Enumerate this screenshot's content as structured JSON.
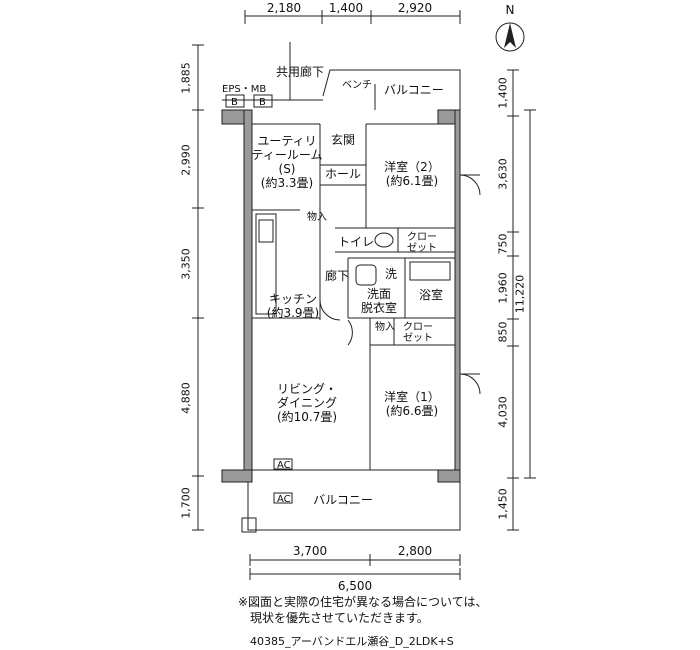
{
  "dimensions": {
    "top": [
      "2,180",
      "1,400",
      "2,920"
    ],
    "bottom": [
      "3,700",
      "2,800"
    ],
    "bottom_total": "6,500",
    "left": [
      "1,885",
      "2,990",
      "3,350",
      "4,880",
      "1,700"
    ],
    "right": [
      "1,400",
      "3,630",
      "750",
      "1,960",
      "850",
      "4,030",
      "1,450"
    ],
    "right_total": "11,220"
  },
  "labels": {
    "corridor": "共用廊下",
    "eps": "EPS・MB",
    "b1": "B",
    "b2": "B",
    "bench": "ベンチ",
    "balcony_top": "バルコニー",
    "balcony_bottom": "バルコニー",
    "entrance": "玄関",
    "hall": "ホール",
    "toilet": "トイレ",
    "hallway": "廊下",
    "wash": "洗",
    "bath": "浴室",
    "storage1": "物入",
    "storage2": "物入",
    "ac1": "AC",
    "ac2": "AC"
  },
  "rooms": {
    "utility": [
      "ユーティリ",
      "ティールーム",
      "(S)",
      "(約3.3畳)"
    ],
    "western2": [
      "洋室（2）",
      "(約6.1畳)"
    ],
    "closet1": [
      "クロー",
      "ゼット"
    ],
    "closet2": [
      "クロー",
      "ゼット"
    ],
    "washroom": [
      "洗面",
      "脱衣室"
    ],
    "kitchen": [
      "キッチン",
      "(約3.9畳)"
    ],
    "living": [
      "リビング・",
      "ダイニング",
      "(約10.7畳)"
    ],
    "western1": [
      "洋室（1）",
      "(約6.6畳)"
    ]
  },
  "compass": "N",
  "note": [
    "※図面と実際の住宅が異なる場合については、",
    "現状を優先させていただきます。"
  ],
  "footer": "40385_アーバンドエル瀬谷_D_2LDK+S"
}
